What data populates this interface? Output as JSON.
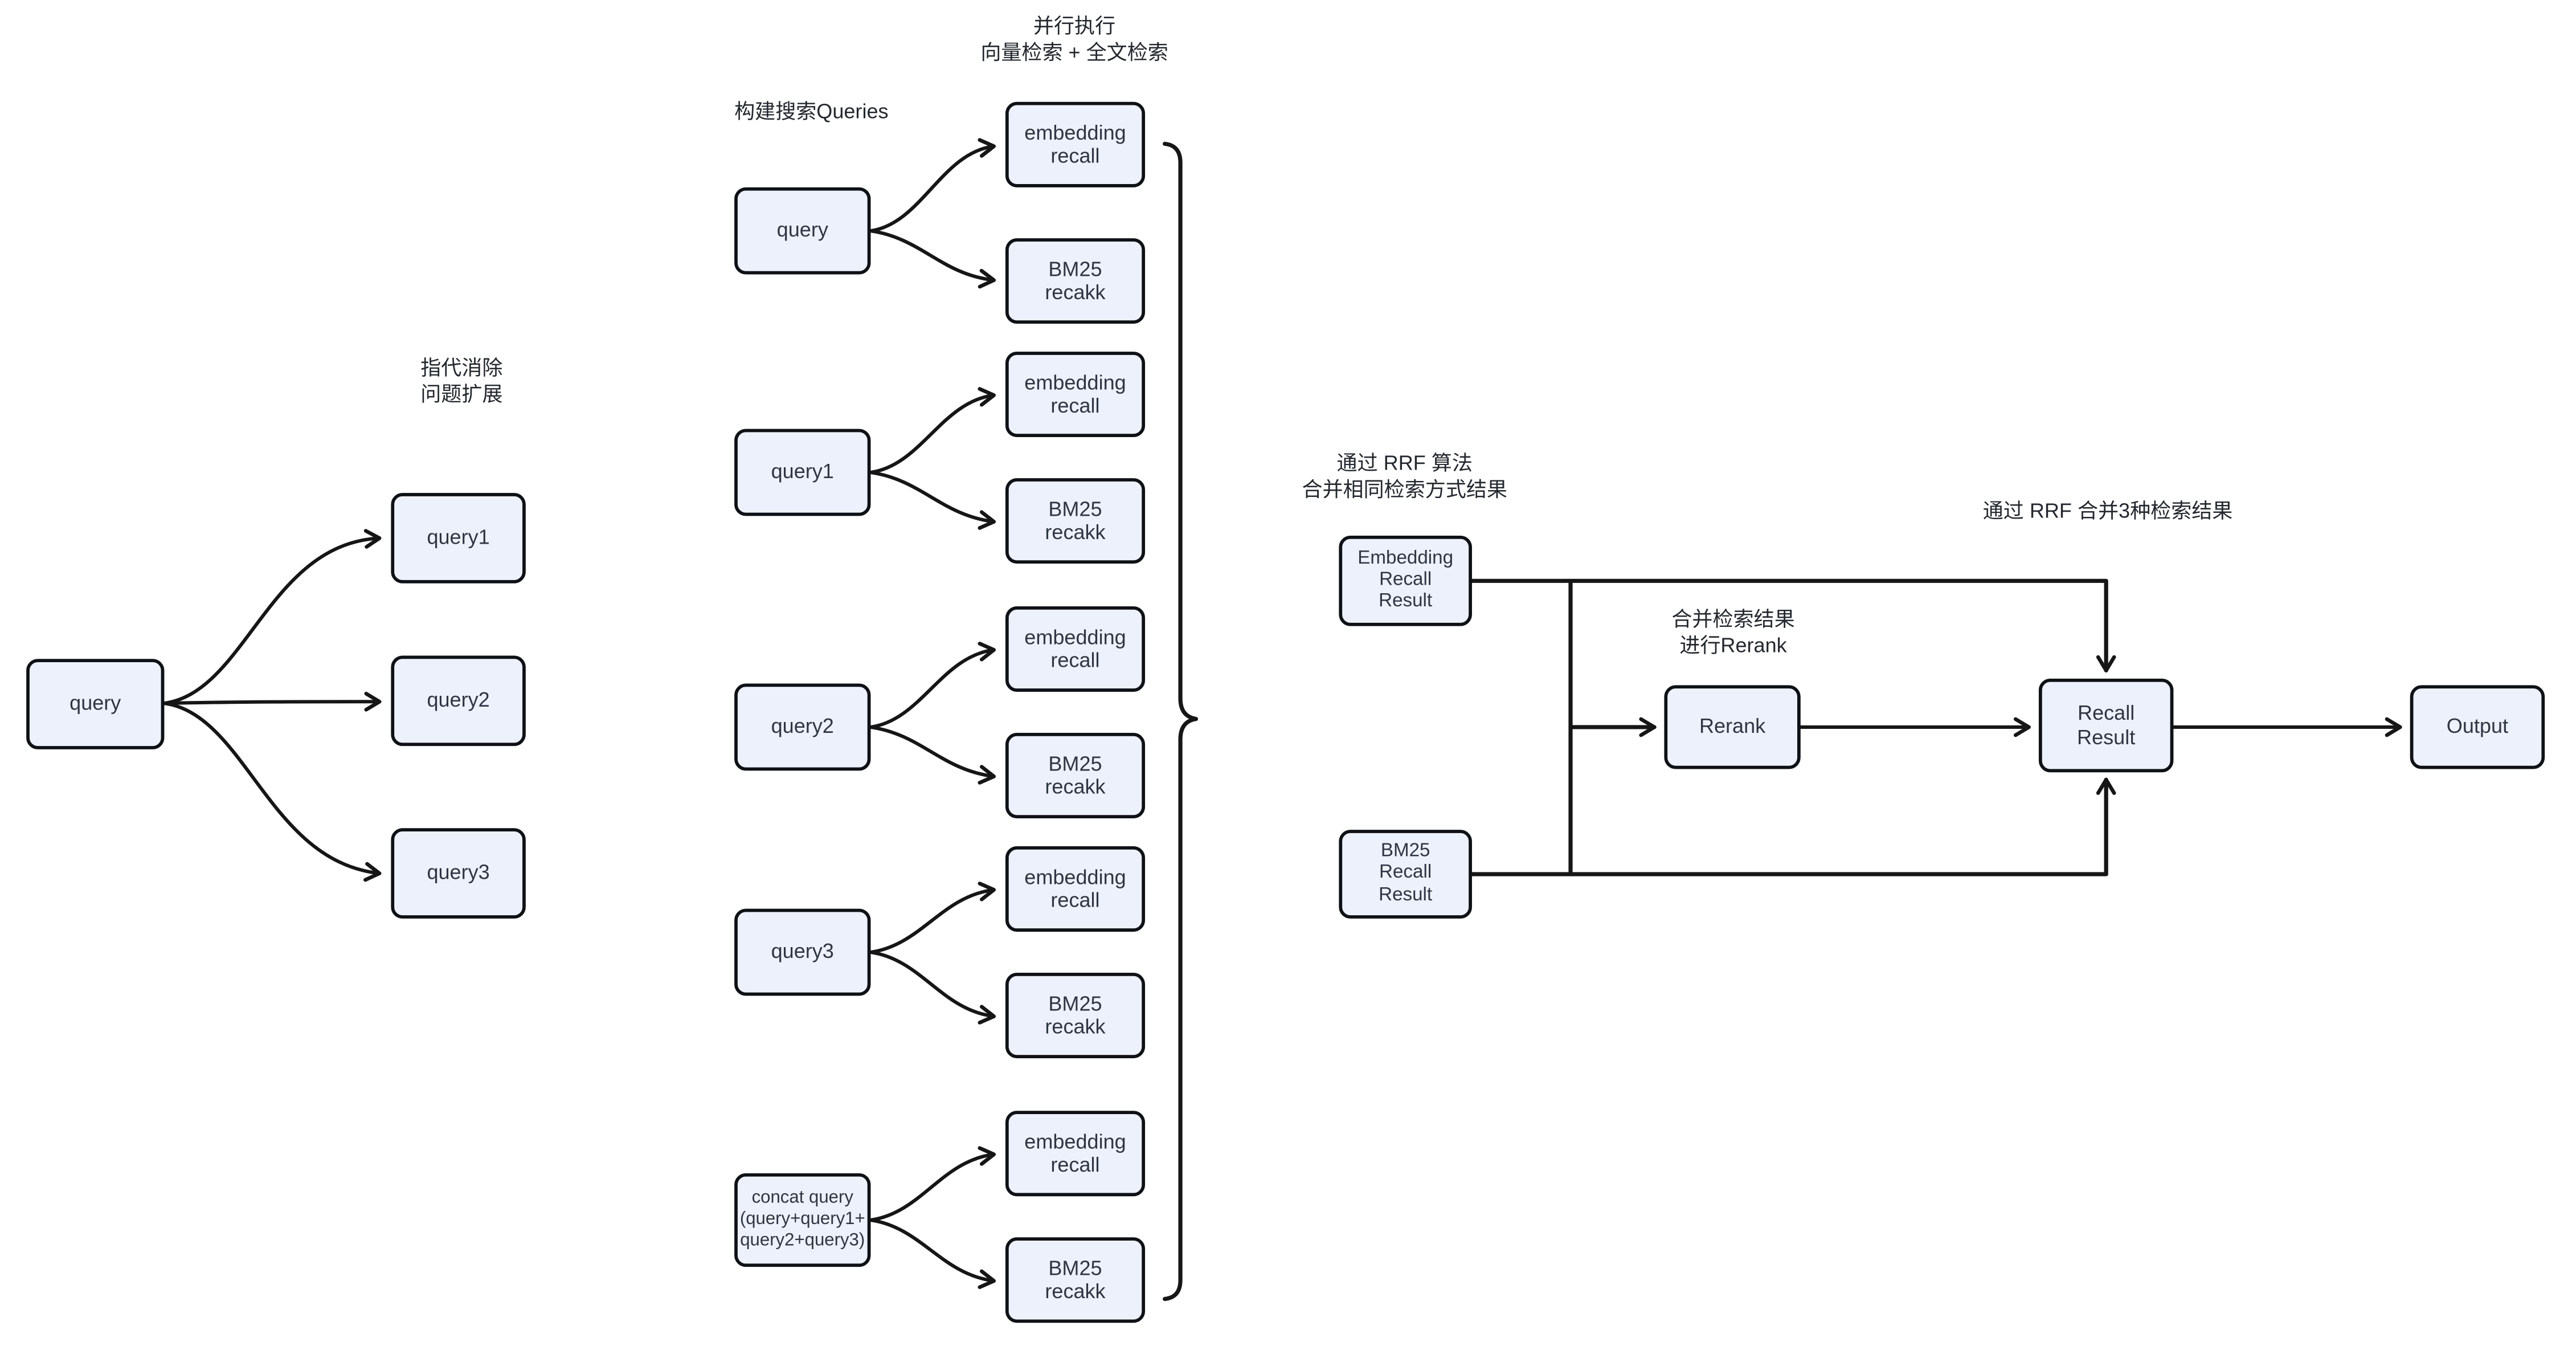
{
  "canvas": {
    "background": "#ffffff"
  },
  "colors": {
    "box_fill": "#edf1fb",
    "box_border": "#0e1116",
    "line": "#161616",
    "box_text": "#2f3542",
    "label_text": "#23272e"
  },
  "labels": {
    "coref": "指代消除\n问题扩展",
    "build_queries": "构建搜索Queries",
    "parallel": "并行执行\n向量检索 + 全文检索",
    "rrf_same": "通过 RRF 算法\n合并相同检索方式结果",
    "merge_rerank": "合并检索结果\n进行Rerank",
    "rrf_three": "通过 RRF 合并3种检索结果"
  },
  "nodes": {
    "query_input": "query",
    "expanded": [
      "query1",
      "query2",
      "query3"
    ],
    "search_queries": [
      "query",
      "query1",
      "query2",
      "query3",
      "concat query\n(query+query1+\nquery2+query3)"
    ],
    "embedding_recall": "embedding\nrecall",
    "bm25_recall": "BM25\nrecakk",
    "embedding_result": "Embedding\nRecall\nResult",
    "bm25_result": "BM25\nRecall\nResult",
    "rerank": "Rerank",
    "recall_result": "Recall\nResult",
    "output": "Output"
  }
}
